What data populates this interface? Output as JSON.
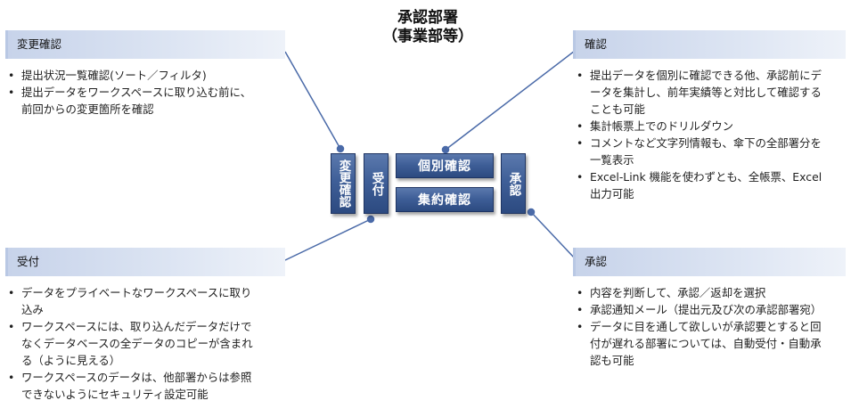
{
  "title": {
    "line1": "承認部署",
    "line2": "（事業部等）"
  },
  "center_boxes": {
    "henkou": "変更確認",
    "uketsuke": "受付",
    "kobetsu": "個別確認",
    "shuuyaku": "集約確認",
    "shounin": "承認"
  },
  "panels": {
    "henkou": {
      "heading": "変更確認",
      "bullets": [
        [
          "提出状況一覧確認(ソート／フィルタ)"
        ],
        [
          "提出データをワークスペースに取り込む前に、",
          "前回からの変更箇所を確認"
        ]
      ]
    },
    "uketsuke": {
      "heading": "受付",
      "bullets": [
        [
          "データをプライベートなワークスペースに取り",
          "込み"
        ],
        [
          "ワークスペースには、取り込んだデータだけで",
          "なくデータベースの全データのコピーが含まれ",
          "る（ように見える）"
        ],
        [
          "ワークスペースのデータは、他部署からは参照",
          "できないようにセキュリティ設定可能"
        ]
      ]
    },
    "kakunin": {
      "heading": "確認",
      "bullets": [
        [
          "提出データを個別に確認できる他、承認前にデ",
          "ータを集計し、前年実績等と対比して確認する",
          "ことも可能"
        ],
        [
          "集計帳票上でのドリルダウン"
        ],
        [
          "コメントなど文字列情報も、傘下の全部署分を",
          "一覧表示"
        ],
        [
          "Excel-Link 機能を使わずとも、全帳票、Excel",
          "出力可能"
        ]
      ]
    },
    "shounin": {
      "heading": "承認",
      "bullets": [
        [
          "内容を判断して、承認／返却を選択"
        ],
        [
          "承認通知メール（提出元及び次の承認部署宛）"
        ],
        [
          "データに目を通して欲しいが承認要とすると回",
          "付が遅れる部署については、自動受付・自動承",
          "認も可能"
        ]
      ]
    }
  },
  "colors": {
    "box_blue": "#3f5f98",
    "connector": "#4a6aa8",
    "heading_band": "#c7d3ea"
  }
}
